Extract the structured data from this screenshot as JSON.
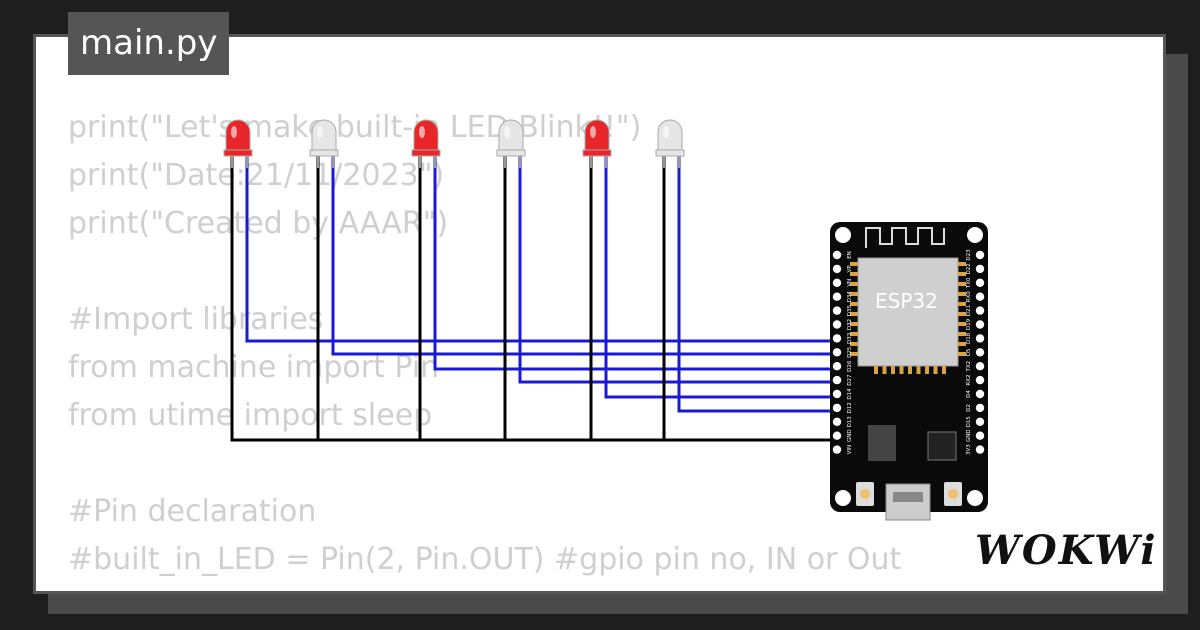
{
  "tab": {
    "title": "main.py"
  },
  "code_lines": [
    "print(\"Let's make built-in LED Blink!!\")",
    "print(\"Date:21/11/2023\")",
    "print(\"Created by AAAR\")",
    "",
    "#Import libraries",
    "from machine import Pin",
    "from utime import sleep",
    "",
    "#Pin declaration",
    "#built_in_LED = Pin(2, Pin.OUT) #gpio pin no, IN or Out"
  ],
  "board": {
    "label": "ESP32",
    "left_pins": [
      "EN",
      "VP",
      "VN",
      "D34",
      "D35",
      "D32",
      "D33",
      "D25",
      "D26",
      "D27",
      "D14",
      "D12",
      "D13",
      "GND",
      "VIN"
    ],
    "right_pins": [
      "D23",
      "D22",
      "TX0",
      "RX0",
      "D21",
      "D19",
      "D18",
      "D5",
      "TX2",
      "RX2",
      "D4",
      "D2",
      "D15",
      "GND",
      "3V3"
    ]
  },
  "leds": [
    {
      "color": "red"
    },
    {
      "color": "white"
    },
    {
      "color": "red"
    },
    {
      "color": "white"
    },
    {
      "color": "red"
    },
    {
      "color": "white"
    }
  ],
  "colors": {
    "wire_signal": "#1a1ad6",
    "wire_ground": "#000000",
    "led_red": "#e8262a",
    "led_white": "#e6e6e6",
    "board": "#0a0a0a"
  },
  "brand": {
    "logo_text": "WOKWi"
  }
}
